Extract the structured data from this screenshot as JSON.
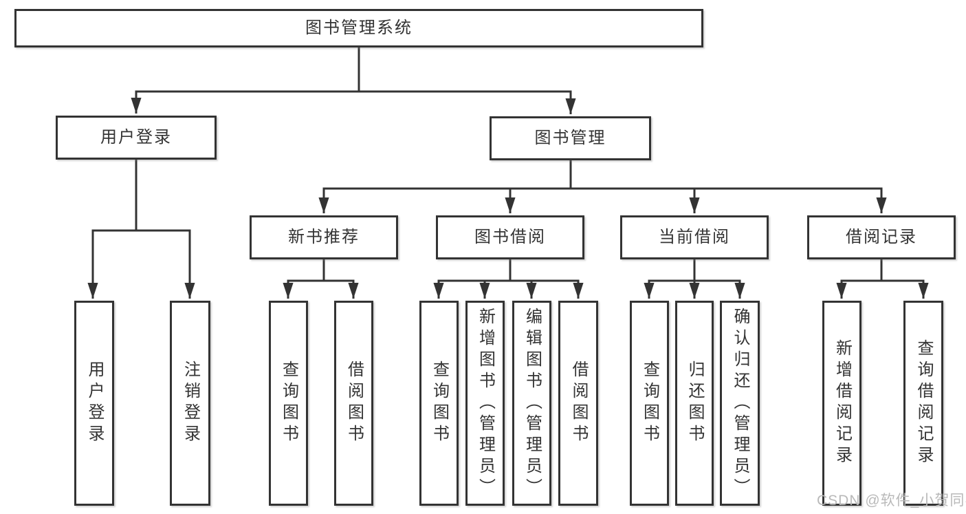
{
  "tree": {
    "label": "图书管理系统",
    "children": [
      {
        "label": "用户登录",
        "children": [
          {
            "label": "用户登录"
          },
          {
            "label": "注销登录"
          }
        ]
      },
      {
        "label": "图书管理",
        "children": [
          {
            "label": "新书推荐",
            "children": [
              {
                "label": "查询图书"
              },
              {
                "label": "借阅图书"
              }
            ]
          },
          {
            "label": "图书借阅",
            "children": [
              {
                "label": "查询图书"
              },
              {
                "label": "新增图书（管理员）"
              },
              {
                "label": "编辑图书（管理员）"
              },
              {
                "label": "借阅图书"
              }
            ]
          },
          {
            "label": "当前借阅",
            "children": [
              {
                "label": "查询图书"
              },
              {
                "label": "归还图书"
              },
              {
                "label": "确认归还（管理员）"
              }
            ]
          },
          {
            "label": "借阅记录",
            "children": [
              {
                "label": "新增借阅记录"
              },
              {
                "label": "查询借阅记录"
              }
            ]
          }
        ]
      }
    ]
  },
  "watermark": {
    "text": "CSDN @软件_小贺同学"
  },
  "colors": {
    "line": "#333333",
    "box_fill": "#ffffff",
    "text": "#333333",
    "watermark": "#b9b9b9"
  }
}
